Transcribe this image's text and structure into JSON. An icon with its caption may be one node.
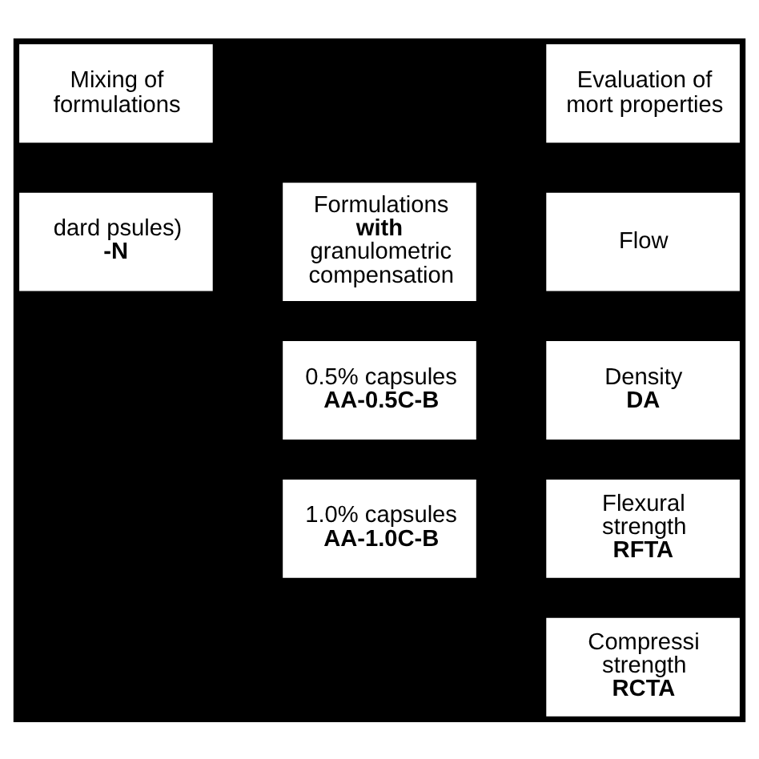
{
  "diagram": {
    "nodes": [
      {
        "text": [
          "Mixing of formulations"
        ]
      },
      {
        "text": [
          "Evaluation of mort properties"
        ]
      },
      {
        "text": [
          "dard psules)",
          "-N"
        ]
      },
      {
        "text": [
          "Formulations **with** granulometric compensation"
        ]
      },
      {
        "text": [
          "Flow"
        ]
      },
      {
        "text": [
          "Density",
          "DA"
        ]
      },
      {
        "text": [
          "0.5% capsules",
          "AA-0.5C-B"
        ]
      },
      {
        "text": [
          "Flexural strength",
          "RFTA"
        ]
      },
      {
        "text": [
          "1.0% capsules",
          "AA-1.0C-B"
        ]
      },
      {
        "text": [
          "Compressi strength",
          "RCTA"
        ]
      }
    ],
    "edges": []
  }
}
